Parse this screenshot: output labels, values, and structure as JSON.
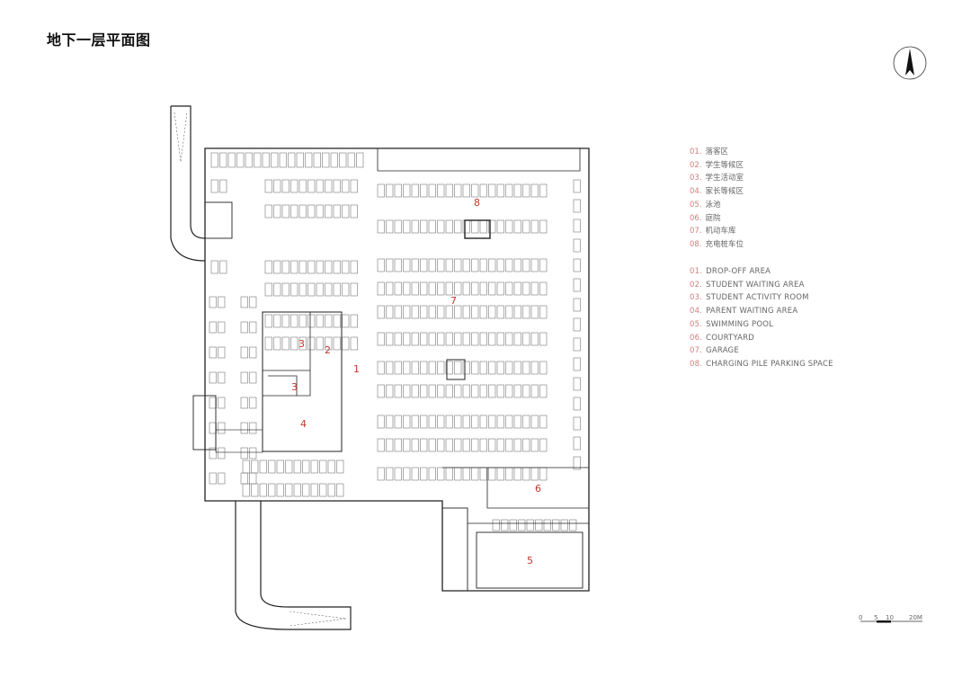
{
  "title": "地下一层平面图",
  "north_label": "N",
  "legend_cn": [
    {
      "num": "01.",
      "text": "落客区"
    },
    {
      "num": "02.",
      "text": "学生等候区"
    },
    {
      "num": "03.",
      "text": "学生活动室"
    },
    {
      "num": "04.",
      "text": "家长等候区"
    },
    {
      "num": "05.",
      "text": "泳池"
    },
    {
      "num": "06.",
      "text": "庭院"
    },
    {
      "num": "07.",
      "text": "机动车库"
    },
    {
      "num": "08.",
      "text": "充电桩车位"
    }
  ],
  "legend_en": [
    {
      "num": "01.",
      "text": "DROP-OFF AREA"
    },
    {
      "num": "02.",
      "text": "STUDENT WAITING AREA"
    },
    {
      "num": "03.",
      "text": "STUDENT ACTIVITY ROOM"
    },
    {
      "num": "04.",
      "text": "PARENT WAITING AREA"
    },
    {
      "num": "05.",
      "text": "SWIMMING POOL"
    },
    {
      "num": "06.",
      "text": "COURTYARD"
    },
    {
      "num": "07.",
      "text": "GARAGE"
    },
    {
      "num": "08.",
      "text": "CHARGING PILE PARKING SPACE"
    }
  ],
  "plan_labels": {
    "l1": "1",
    "l2": "2",
    "l3a": "3",
    "l3b": "3",
    "l4": "4",
    "l5": "5",
    "l6": "6",
    "l7": "7",
    "l8": "8"
  },
  "scale": {
    "t0": "0",
    "t5": "5",
    "t10": "10",
    "t20": "20M"
  }
}
